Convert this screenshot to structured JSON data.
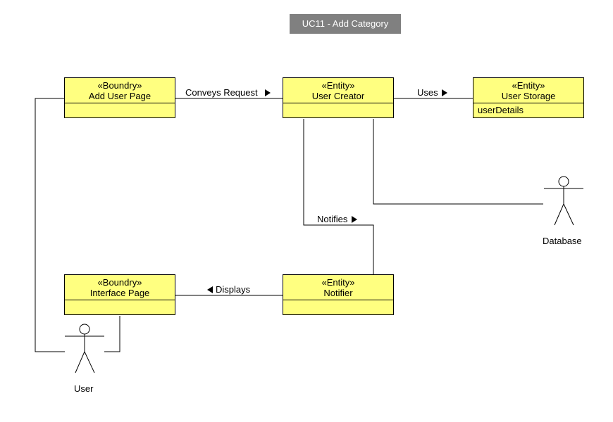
{
  "title": "UC11 - Add Category",
  "colors": {
    "class_fill": "#ffff80",
    "title_fill": "#808080",
    "title_text": "#ffffff",
    "line": "#000000"
  },
  "classes": {
    "add_user_page": {
      "stereotype": "«Boundry»",
      "name": "Add User Page",
      "attributes": []
    },
    "user_creator": {
      "stereotype": "«Entity»",
      "name": "User Creator",
      "attributes": []
    },
    "user_storage": {
      "stereotype": "«Entity»",
      "name": "User Storage",
      "attributes": [
        "userDetails"
      ]
    },
    "interface_page": {
      "stereotype": "«Boundry»",
      "name": "Interface Page",
      "attributes": []
    },
    "notifier": {
      "stereotype": "«Entity»",
      "name": "Notifier",
      "attributes": []
    }
  },
  "actors": {
    "database": "Database",
    "user": "User"
  },
  "associations": {
    "conveys_request": "Conveys Request",
    "uses": "Uses",
    "notifies": "Notifies",
    "displays": "Displays"
  }
}
